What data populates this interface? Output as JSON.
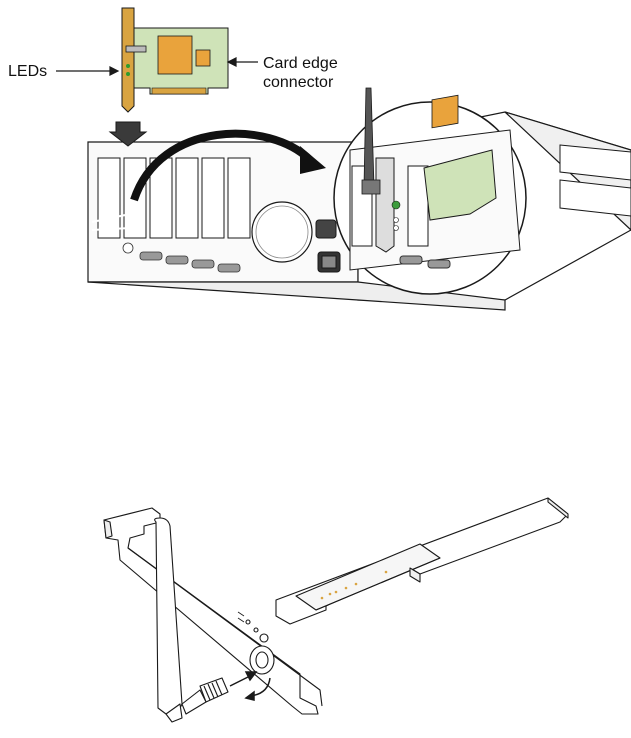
{
  "labels": {
    "leds": "LEDs",
    "card_edge_line1": "Card edge",
    "card_edge_line2": "connector"
  },
  "colors": {
    "card_green": "#cfe3b8",
    "chip_orange": "#e9a33c",
    "bracket_gold": "#d9a441",
    "line": "#1a1a1a",
    "chassis_fill": "#ffffff",
    "shade": "#e6e6e6"
  }
}
